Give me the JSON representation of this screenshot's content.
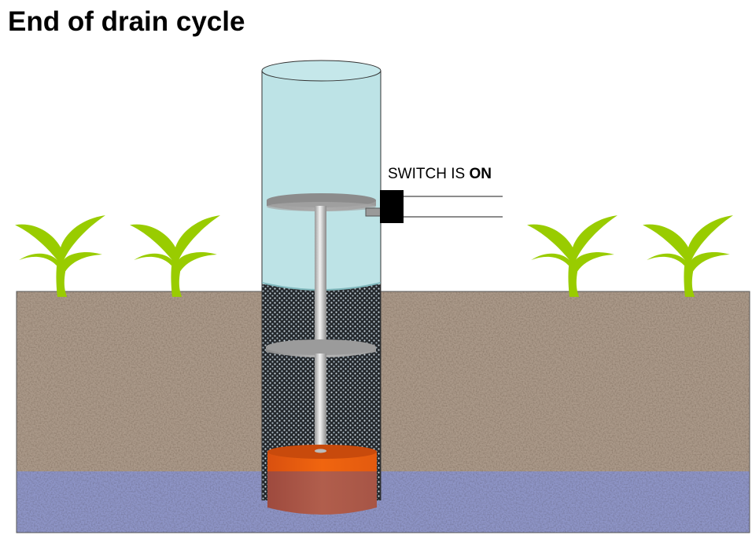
{
  "title": "End of drain cycle",
  "switch_label": {
    "prefix": "SWITCH IS ",
    "state": "ON"
  },
  "colors": {
    "plant": "#99cc00",
    "soil": "#a89888",
    "water_table": "#8890c0",
    "tube_water": "#bde3e6",
    "gravel": "#2a2e33",
    "float_top": "#e85a10",
    "float_submerged": "#a9584a",
    "disc": "#8c8c8c",
    "switch_body": "#000000"
  },
  "labels": {
    "plants": [
      "plant",
      "plant",
      "plant",
      "plant"
    ]
  }
}
